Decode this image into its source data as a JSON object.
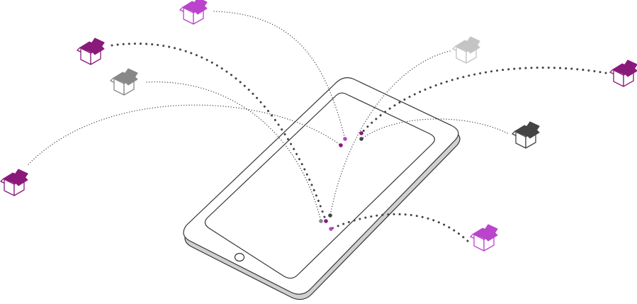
{
  "colors": {
    "background": "#ffffff",
    "tablet_outline": "#333333",
    "tablet_shadow": "#d0d0d0",
    "magenta": "#bb44cc",
    "purple": "#8a1a7a",
    "grey": "#888888",
    "light_grey": "#c4c4c4",
    "dark": "#444444",
    "dot_line": "#444444"
  },
  "device": {
    "icon": "tablet-icon",
    "home_button_icon": "home-button-icon"
  },
  "packages": [
    {
      "icon": "package-box-icon",
      "color": "magenta"
    },
    {
      "icon": "package-box-icon",
      "color": "purple"
    },
    {
      "icon": "package-box-icon",
      "color": "grey"
    },
    {
      "icon": "package-box-icon",
      "color": "purple"
    },
    {
      "icon": "package-box-icon",
      "color": "light_grey"
    },
    {
      "icon": "package-box-icon",
      "color": "purple"
    },
    {
      "icon": "package-box-icon",
      "color": "dark"
    },
    {
      "icon": "package-box-icon",
      "color": "magenta"
    }
  ]
}
